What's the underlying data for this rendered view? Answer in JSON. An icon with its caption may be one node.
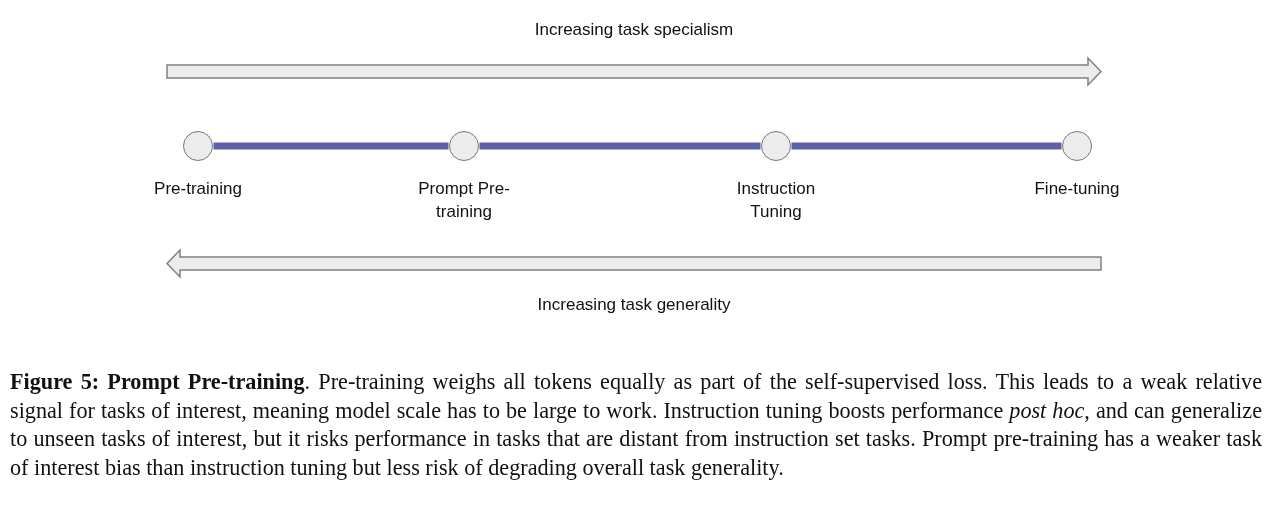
{
  "diagram": {
    "caption": "**Figure 5: Prompt Pre-training**. Pre-training weighs all tokens equally as part of the self-supervised loss. This leads to a weak relative signal for tasks of interest, meaning model scale has to be large to work. Instruction tuning boosts performance *post hoc*, and can generalize to unseen tasks of interest, but it risks performance in tasks that are distant from instruction set tasks. Prompt pre-training has a weaker task of interest bias than instruction tuning but less risk of degrading overall task generality.",
    "nodes": [
      {
        "text": [
          "Pre-training"
        ]
      },
      {
        "text": [
          "Prompt Pre-training"
        ]
      },
      {
        "text": [
          "Instruction Tuning"
        ]
      },
      {
        "text": [
          "Fine-tuning"
        ]
      }
    ],
    "edges": [
      {
        "from": 0,
        "to": 1,
        "arrow": "none"
      },
      {
        "from": 1,
        "to": 2,
        "arrow": "none"
      },
      {
        "from": 2,
        "to": 3,
        "arrow": "none"
      }
    ],
    "labels": [
      "Increasing task specialism",
      "Increasing task generality"
    ]
  }
}
